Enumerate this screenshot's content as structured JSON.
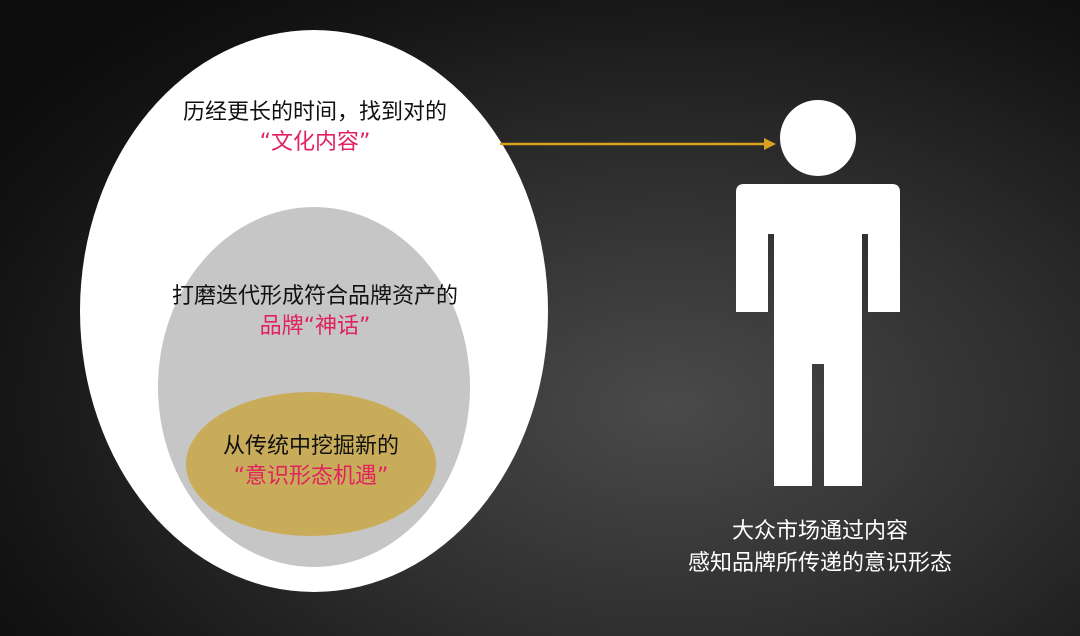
{
  "outer_circle": {
    "line1": "历经更长的时间，找到对的",
    "line2": "“文化内容”"
  },
  "middle_circle": {
    "line1": "打磨迭代形成符合品牌资产的",
    "line2": "品牌“神话”"
  },
  "inner_circle": {
    "line1": "从传统中挖掘新的",
    "line2": "“意识形态机遇”"
  },
  "audience": {
    "line1": "大众市场通过内容",
    "line2": "感知品牌所传递的意识形态"
  },
  "colors": {
    "accent": "#e0225e",
    "gold": "#c9ac5a",
    "arrow": "#d8a21c",
    "gray": "#c6c6c6"
  },
  "icons": {
    "person": "person-icon",
    "arrow": "arrow-right"
  }
}
